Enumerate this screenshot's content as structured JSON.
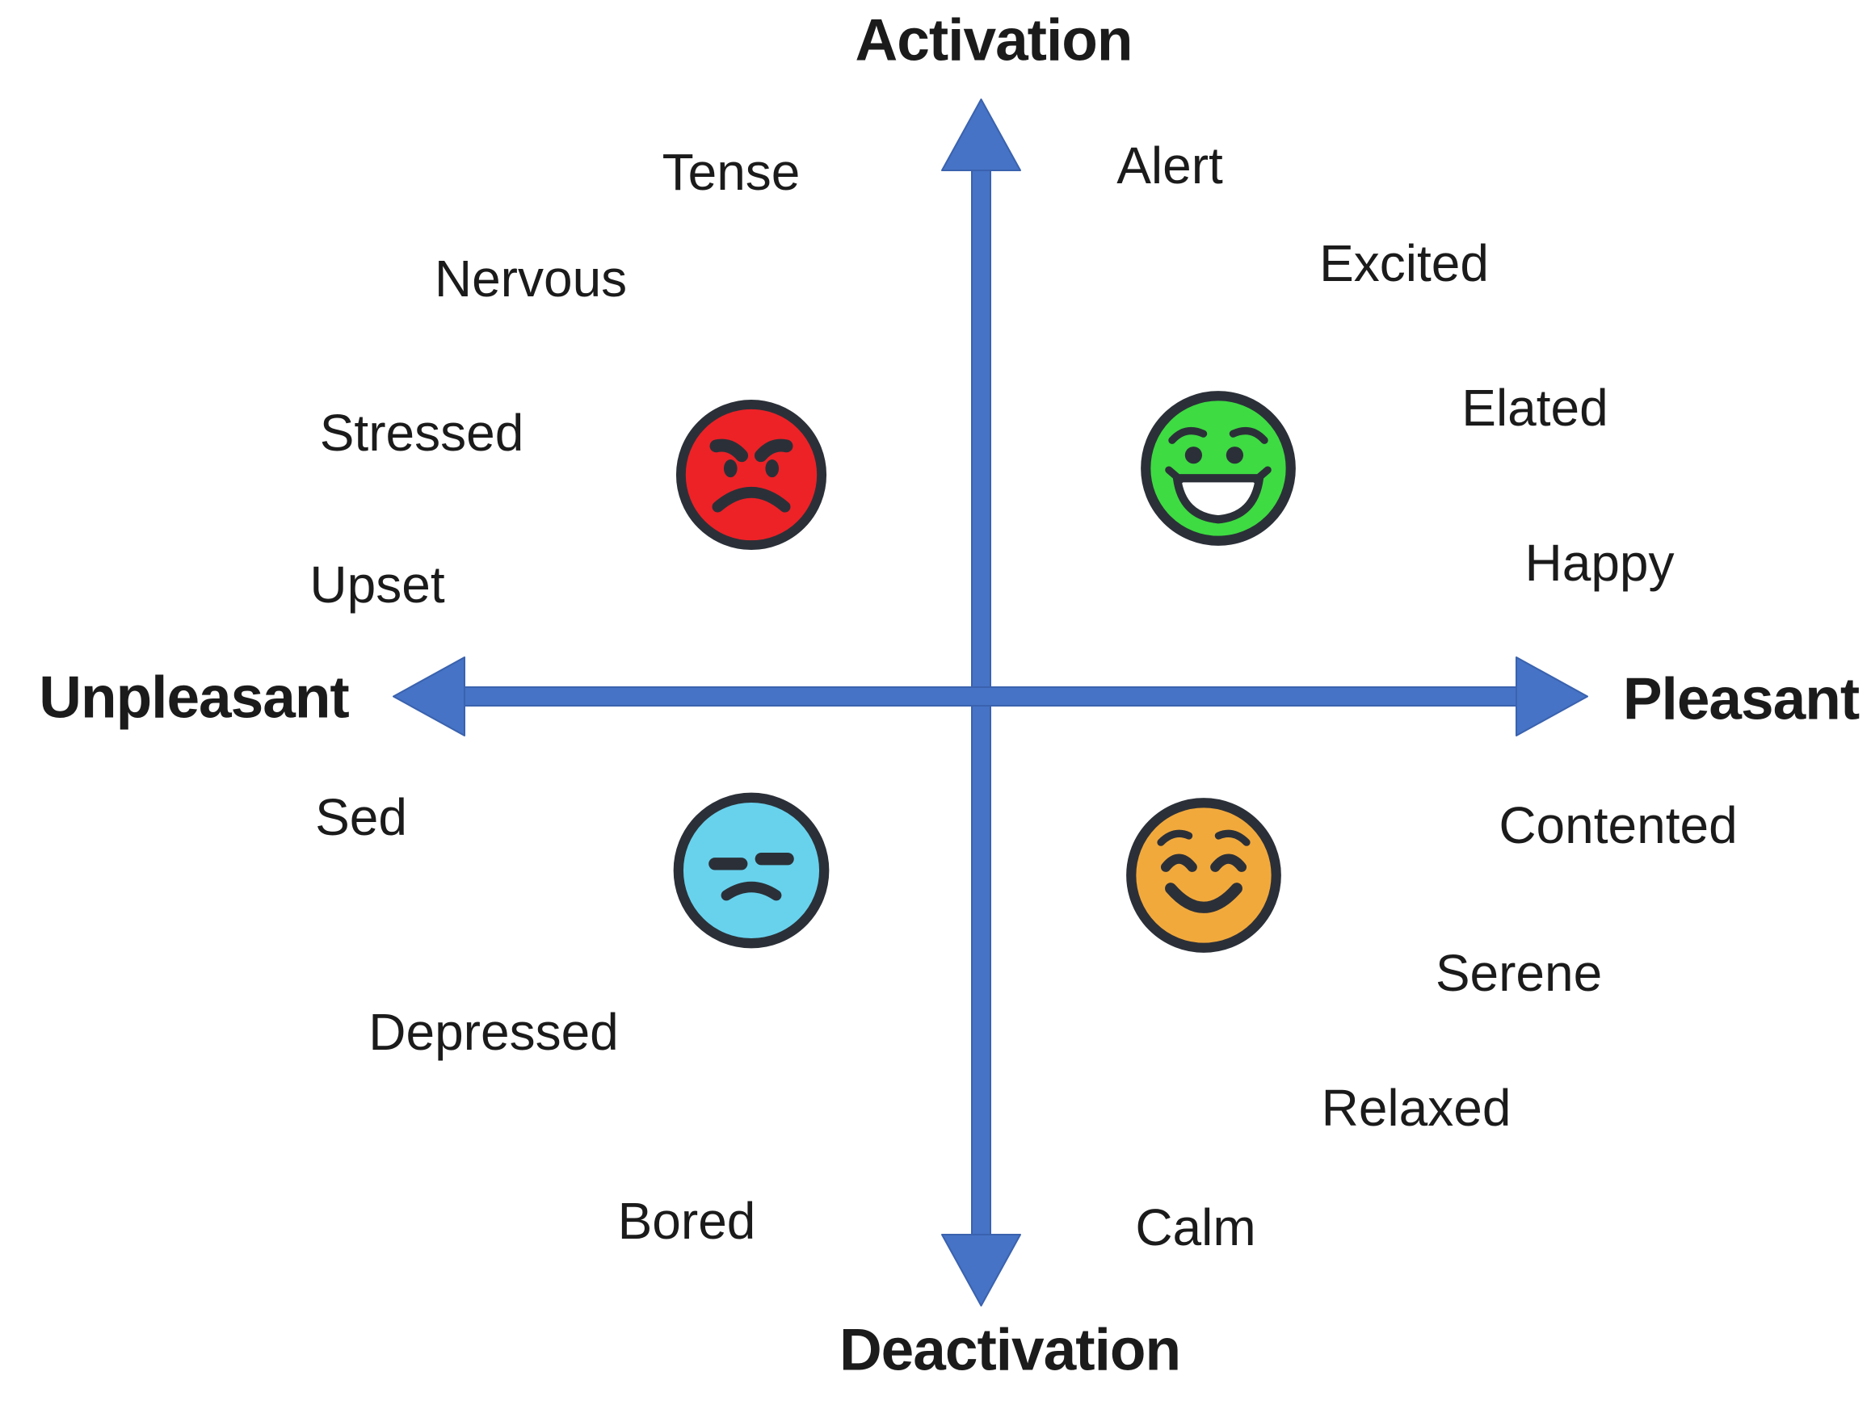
{
  "background": "#FFFFFF",
  "text_color": "#1B1B1B",
  "axes": {
    "arrow_color": "#4673C5",
    "arrow_edge_color": "#3A62AE",
    "top_label": "Activation",
    "bottom_label": "Deactivation",
    "left_label": "Unpleasant",
    "right_label": "Pleasant"
  },
  "faces": {
    "outline_color": "#2B3038",
    "teeth_color": "#FFFFFF"
  },
  "quadrants": {
    "upper_left": {
      "words": {
        "tense": "Tense",
        "nervous": "Nervous",
        "stressed": "Stressed",
        "upset": "Upset"
      },
      "face": {
        "icon": "angry-face",
        "fill": "#EC2227"
      }
    },
    "upper_right": {
      "words": {
        "alert": "Alert",
        "excited": "Excited",
        "elated": "Elated",
        "happy": "Happy"
      },
      "face": {
        "icon": "grinning-face",
        "fill": "#3EDB42"
      }
    },
    "lower_left": {
      "words": {
        "sed": "Sed",
        "depressed": "Depressed",
        "bored": "Bored"
      },
      "face": {
        "icon": "unamused-face",
        "fill": "#68D2ED"
      }
    },
    "lower_right": {
      "words": {
        "contented": "Contented",
        "serene": "Serene",
        "relaxed": "Relaxed",
        "calm": "Calm"
      },
      "face": {
        "icon": "relieved-face",
        "fill": "#F2A93C"
      }
    }
  }
}
